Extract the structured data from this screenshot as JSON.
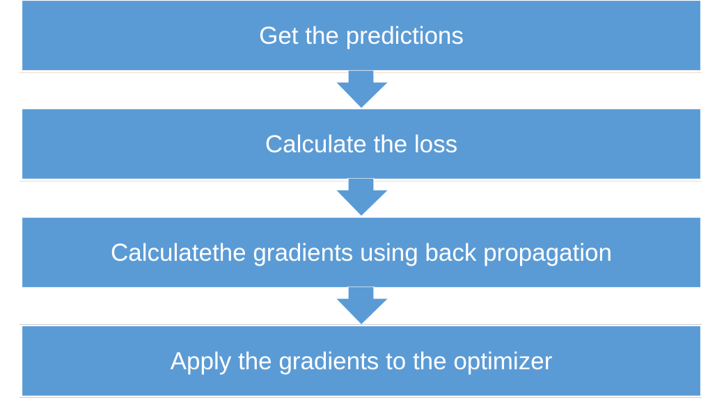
{
  "diagram": {
    "type": "vertical-flowchart",
    "colors": {
      "box_fill": "#5b9bd5",
      "box_text": "#ffffff",
      "arrow_fill": "#5b9bd5",
      "background": "#ffffff",
      "separator_top": "#f3dcc4",
      "separator_bottom": "#c9ccd0"
    },
    "steps": [
      {
        "label": "Get the predictions"
      },
      {
        "label": "Calculate the loss"
      },
      {
        "label": "Calculatethe gradients using back propagation"
      },
      {
        "label": "Apply the gradients to the optimizer"
      }
    ],
    "arrows": [
      {
        "from": 0,
        "to": 1,
        "icon": "down-arrow-icon"
      },
      {
        "from": 1,
        "to": 2,
        "icon": "down-arrow-icon"
      },
      {
        "from": 2,
        "to": 3,
        "icon": "down-arrow-icon"
      }
    ]
  }
}
